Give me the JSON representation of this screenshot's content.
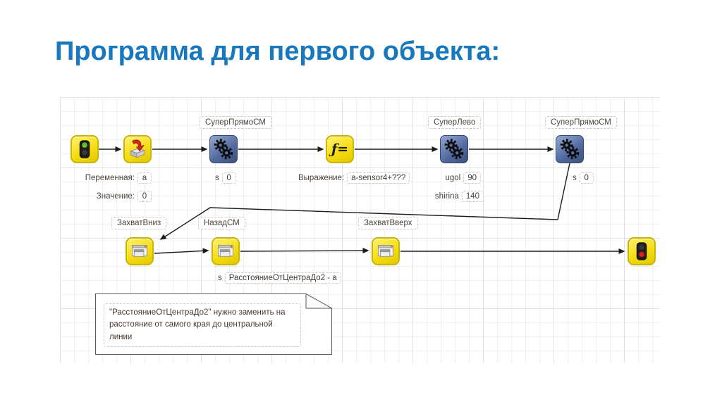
{
  "slide": {
    "title": "Программа для первого объекта:"
  },
  "colors": {
    "title_blue": "#1878be",
    "block_yellow": "#f6dd10",
    "block_blue": "#51689f",
    "assign_arrow_red": "#d62417",
    "start_light_green": "#66bf2e",
    "end_light_red": "#e21b1b",
    "grid_line": "#e9e9e9",
    "edge_black": "#1c1c1c"
  },
  "diagram": {
    "captions": {
      "super_pryamo_1": "СуперПрямоСМ",
      "super_levo": "СуперЛево",
      "super_pryamo_2": "СуперПрямоСМ",
      "zahvat_vniz": "ЗахватВниз",
      "nazad_sm": "НазадСМ",
      "zahvat_vverh": "ЗахватВверх"
    },
    "params": {
      "variable": {
        "label": "Переменная:",
        "value": "a"
      },
      "value": {
        "label": "Значение:",
        "value": "0"
      },
      "s1": {
        "label": "s",
        "value": "0"
      },
      "expression": {
        "label": "Выражение:",
        "value": "a-sensor4+???"
      },
      "ugol": {
        "label": "ugol",
        "value": "90"
      },
      "shirina": {
        "label": "shirina",
        "value": "140"
      },
      "s2": {
        "label": "s",
        "value": "0"
      },
      "s3": {
        "label": "s",
        "value": "РасстояниеОтЦентраДо2 - а"
      }
    },
    "function_glyph": "ƒ=",
    "note_text": "\"РасстояниеОтЦентраДо2\" нужно заменить на\nрасстояние от самого края до центральной линии",
    "flow": [
      "начало",
      "присваивание",
      "СуперПрямоСМ",
      "функция",
      "СуперЛево",
      "СуперПрямоСМ",
      "ЗахватВниз",
      "НазадСМ",
      "ЗахватВверх",
      "конец"
    ]
  }
}
